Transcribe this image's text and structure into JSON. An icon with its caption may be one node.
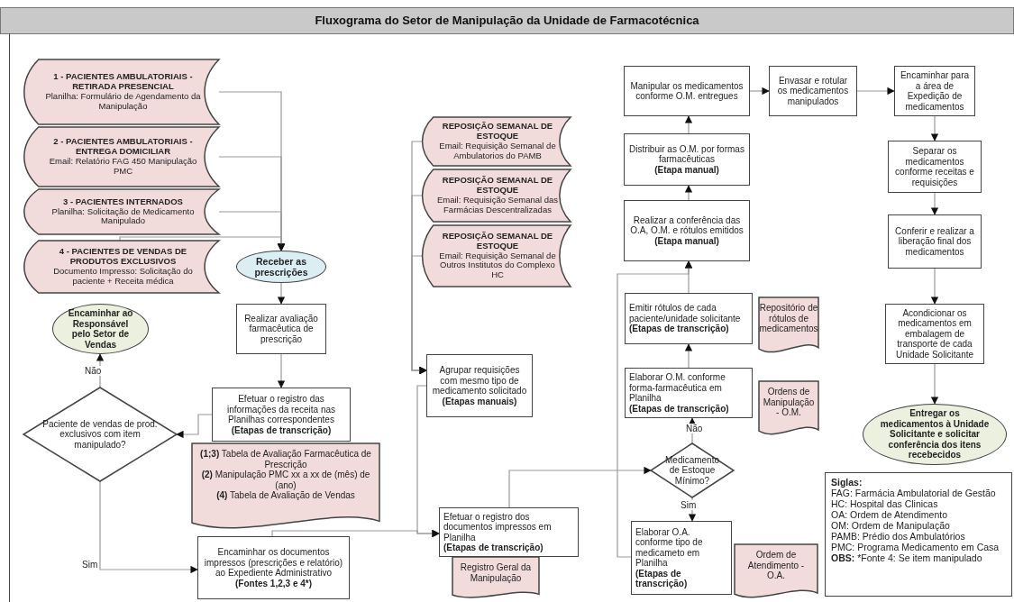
{
  "diagram": {
    "title": "Fluxograma do Setor de Manipulação da Unidade de Farmacotécnica",
    "nodes": [
      {
        "text": [
          "1 - PACIENTES AMBULATORIAIS - RETIRADA PRESENCIAL",
          "Planilha: Formulário de Agendamento da Manipulação"
        ]
      },
      {
        "text": [
          "2 - PACIENTES AMBULATORIAIS - ENTREGA DOMICILIAR",
          "Email: Relatório FAG 450 Manipulação PMC"
        ]
      },
      {
        "text": [
          "3 - PACIENTES INTERNADOS",
          "Planilha: Solicitação de Medicamento Manipulado"
        ]
      },
      {
        "text": [
          "4 - PACIENTES DE VENDAS DE PRODUTOS EXCLUSIVOS",
          "Documento Impresso: Solicitação do paciente + Receita médica"
        ]
      },
      {
        "text": [
          "Receber as prescrições"
        ]
      },
      {
        "text": [
          "Realizar avaliação farmacêutica de prescrição"
        ]
      },
      {
        "text": [
          "Efetuar o registro das informações da receita nas Planilhas correspondentes",
          "(Etapas de transcrição)"
        ]
      },
      {
        "text": [
          "**(1;3)** Tabela de Avaliação Farmacêutica de Prescrição",
          "**(2)** Manipulação PMC xx a xx de (mês) de (ano)",
          "**(4)** Tabela de Avaliação de Vendas"
        ]
      },
      {
        "text": [
          "Paciente de vendas de prod. exclusivos com item manipulado?"
        ]
      },
      {
        "text": [
          "Encaminhar ao Responsável pelo Setor de Vendas"
        ]
      },
      {
        "text": [
          "Encaminhar os documentos impressos (prescrições e relatório) ao Expediente Administrativo",
          "(Fontes 1,2,3 e 4*)"
        ]
      },
      {
        "text": [
          "REPOSIÇÃO SEMANAL DE ESTOQUE",
          "Email: Requisição Semanal de Ambulatorios do PAMB"
        ]
      },
      {
        "text": [
          "REPOSIÇÃO SEMANAL DE ESTOQUE",
          "Email: Requisição Semanal das Farmácias Descentralizadas"
        ]
      },
      {
        "text": [
          "REPOSIÇÃO SEMANAL DE ESTOQUE",
          "Email: Requisição Semanal de Outros Institutos do Complexo HC"
        ]
      },
      {
        "text": [
          "Agrupar requisições com mesmo tipo de medicamento solicitado",
          "(Etapas manuais)"
        ]
      },
      {
        "text": [
          "Efetuar o registro dos documentos impressos em Planilha",
          "(Etapas de transcrição)"
        ]
      },
      {
        "text": [
          "Registro Geral da Manipulação"
        ]
      },
      {
        "text": [
          "Medicamento de Estoque Mínimo?"
        ]
      },
      {
        "text": [
          "Elaborar O.A. conforme tipo de medicameto em Planilha",
          "(Etapas de transcrição)"
        ]
      },
      {
        "text": [
          "Ordem de Atendimento - O.A."
        ]
      },
      {
        "text": [
          "Elaborar O.M. conforme forma-farmacêutica em Planilha",
          "(Etapas de transcrição)"
        ]
      },
      {
        "text": [
          "Ordens de Manipulação - O.M."
        ]
      },
      {
        "text": [
          "Emitir rótulos de cada paciente/unidade solicitante",
          "(Etapas de transcrição)"
        ]
      },
      {
        "text": [
          "Repositório de rótulos de medicamentos"
        ]
      },
      {
        "text": [
          "Realizar a conferência das O.A, O.M. e rótulos emitidos",
          "(Etapa manual)"
        ]
      },
      {
        "text": [
          "Distribuir as O.M. por formas farmacêuticas",
          "(Etapa manual)"
        ]
      },
      {
        "text": [
          "Manipular os medicamentos conforme O.M. entregues"
        ]
      },
      {
        "text": [
          "Envasar e rotular os medicamentos manipulados"
        ]
      },
      {
        "text": [
          "Encaminhar para a área de Expedição de medicamentos"
        ]
      },
      {
        "text": [
          "Separar os medicamentos conforme receitas e requisições"
        ]
      },
      {
        "text": [
          "Conferir e realizar a liberação final dos medicamentos"
        ]
      },
      {
        "text": [
          "Acondicionar os medicamentos em embalagem de transporte de cada Unidade Solicitante"
        ]
      },
      {
        "text": [
          "Entregar os medicamentos à Unidade Solicitante e solicitar conferência dos itens recebecidos"
        ]
      },
      {
        "text": [
          "Siglas:",
          "FAG: Farmácia Ambulatorial de Gestão",
          "HC: Hospital das Clinicas",
          "OA: Ordem de Atendimento",
          "OM: Ordem de Manipulação",
          "PAMB: Prédio dos Ambulatórios",
          "PMC: Programa Medicamento em Casa",
          "**OBS:** *Fonte 4: Se item manipulado"
        ]
      }
    ],
    "edges": [
      {
        "from": 0,
        "to": 4,
        "arrow": "to"
      },
      {
        "from": 1,
        "to": 4,
        "arrow": "to"
      },
      {
        "from": 2,
        "to": 4,
        "arrow": "to"
      },
      {
        "from": 3,
        "to": 4,
        "arrow": "to"
      },
      {
        "from": 4,
        "to": 5,
        "arrow": "to"
      },
      {
        "from": 5,
        "to": 6,
        "arrow": "to"
      },
      {
        "from": 6,
        "to": 8,
        "arrow": "to"
      },
      {
        "from": 8,
        "to": 9,
        "arrow": "to",
        "label": "Não"
      },
      {
        "from": 8,
        "to": 10,
        "arrow": "to",
        "label": "Sim"
      },
      {
        "from": 11,
        "to": 14,
        "arrow": "to"
      },
      {
        "from": 12,
        "to": 14,
        "arrow": "to"
      },
      {
        "from": 13,
        "to": 14,
        "arrow": "to"
      },
      {
        "from": 14,
        "to": 15,
        "arrow": "to"
      },
      {
        "from": 10,
        "to": 15,
        "arrow": "to"
      },
      {
        "from": 15,
        "to": 17,
        "arrow": "to"
      },
      {
        "from": 17,
        "to": 20,
        "arrow": "to",
        "label": "Não"
      },
      {
        "from": 17,
        "to": 18,
        "arrow": "to",
        "label": "Sim"
      },
      {
        "from": 20,
        "to": 22,
        "arrow": "to"
      },
      {
        "from": 22,
        "to": 24,
        "arrow": "to"
      },
      {
        "from": 18,
        "to": 24,
        "arrow": "to"
      },
      {
        "from": 24,
        "to": 25,
        "arrow": "to"
      },
      {
        "from": 25,
        "to": 26,
        "arrow": "to"
      },
      {
        "from": 26,
        "to": 27,
        "arrow": "to"
      },
      {
        "from": 27,
        "to": 28,
        "arrow": "to"
      },
      {
        "from": 28,
        "to": 29,
        "arrow": "to"
      },
      {
        "from": 29,
        "to": 30,
        "arrow": "to"
      },
      {
        "from": 30,
        "to": 31,
        "arrow": "to"
      },
      {
        "from": 31,
        "to": 32,
        "arrow": "to"
      }
    ]
  }
}
